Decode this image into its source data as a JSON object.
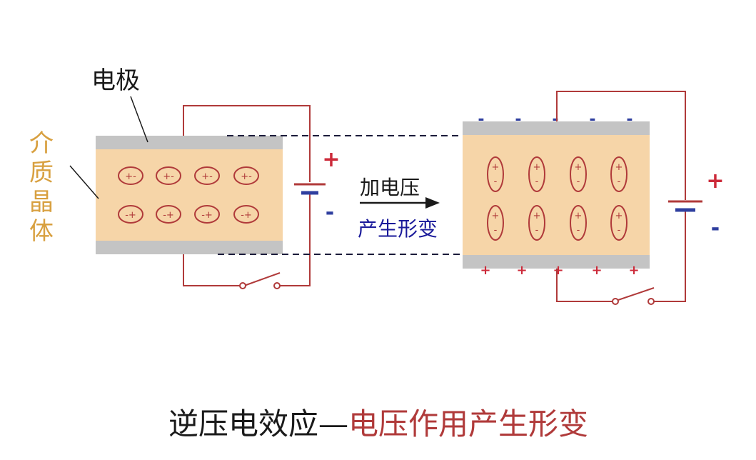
{
  "labels": {
    "electrode": "电极",
    "dielectric": [
      "介",
      "质",
      "晶",
      "体"
    ],
    "apply_voltage": "加电压",
    "deformation": "产生形变"
  },
  "caption": {
    "black_part": "逆压电效应—",
    "red_part": "电压作用产生形变"
  },
  "polarity": {
    "plus": "+",
    "minus": "-",
    "dipole_top_row": "+-",
    "dipole_bottom_row": "-+"
  },
  "colors": {
    "wire": "#b03a3a",
    "crystal": "#f6d5a8",
    "electrode": "#c4c4c4",
    "plus_sign": "#cc2a3a",
    "minus_sign": "#2f3f9f",
    "dashed": "#1a1a3a",
    "caption_black": "#1a1a1a",
    "caption_red": "#b03a3a",
    "label_orange": "#d8a040",
    "label_blue": "#1a1a9a"
  }
}
